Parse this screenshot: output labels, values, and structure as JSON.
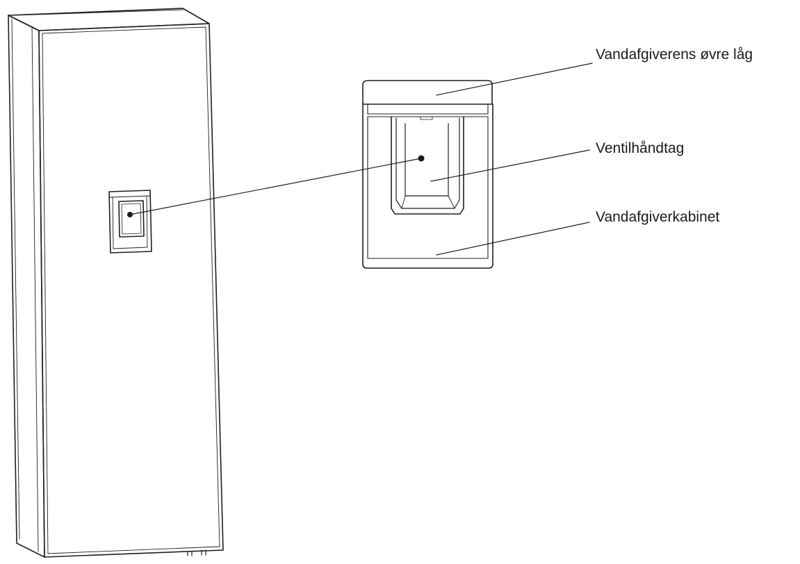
{
  "diagram": {
    "labels": {
      "top_lid": "Vandafgiverens øvre låg",
      "valve_handle": "Ventilhåndtag",
      "cabinet": "Vandafgiverkabinet"
    }
  }
}
